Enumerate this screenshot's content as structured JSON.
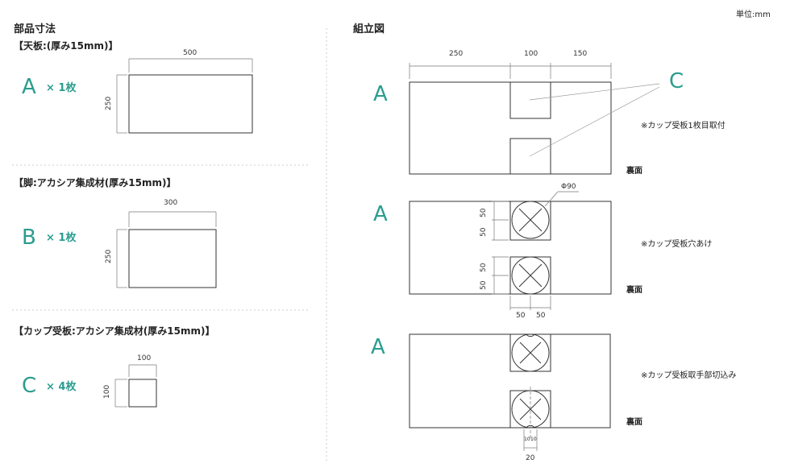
{
  "unit_label": "単位:mm",
  "parts_heading": "部品寸法",
  "assembly_heading": "組立図",
  "parts": [
    {
      "title": "【天板:(厚み15mm)】",
      "letter": "A",
      "qty": "× 1枚",
      "width": "500",
      "height": "250"
    },
    {
      "title": "【脚:アカシア集成材(厚み15mm)】",
      "letter": "B",
      "qty": "× 1枚",
      "width": "300",
      "height": "250"
    },
    {
      "title": "【カップ受板:アカシア集成材(厚み15mm)】",
      "letter": "C",
      "qty": "× 4枚",
      "width": "100",
      "height": "100"
    }
  ],
  "assembly": {
    "top_dims": [
      "250",
      "100",
      "150"
    ],
    "callout_letter": "C",
    "views": [
      {
        "letter": "A",
        "note": "※カップ受板1枚目取付",
        "side": "裏面"
      },
      {
        "letter": "A",
        "note": "※カップ受板穴あけ",
        "side": "裏面"
      },
      {
        "letter": "A",
        "note": "※カップ受板取手部切込み",
        "side": "裏面"
      }
    ],
    "hole_label": "Φ90",
    "hole_dims": [
      "50",
      "50",
      "50",
      "50"
    ],
    "bottom_dims": [
      "50",
      "50"
    ],
    "slot_small_dims": [
      "10",
      "10"
    ],
    "slot_total": "20"
  },
  "colors": {
    "accent": "#2a9d8f",
    "line": "#333333",
    "divider": "#cccccc"
  }
}
